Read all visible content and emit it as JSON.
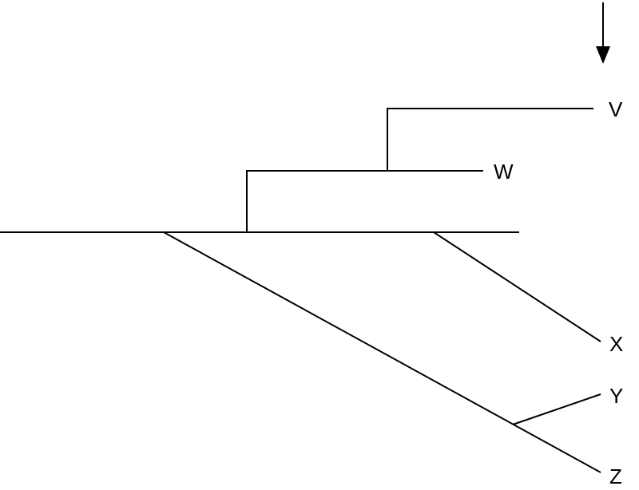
{
  "labels": {
    "v": "V",
    "w": "W",
    "x": "X",
    "y": "Y",
    "z": "Z"
  },
  "colors": {
    "line": "#000000",
    "background": "#ffffff"
  },
  "icons": {
    "arrow": "down-arrow-icon"
  }
}
